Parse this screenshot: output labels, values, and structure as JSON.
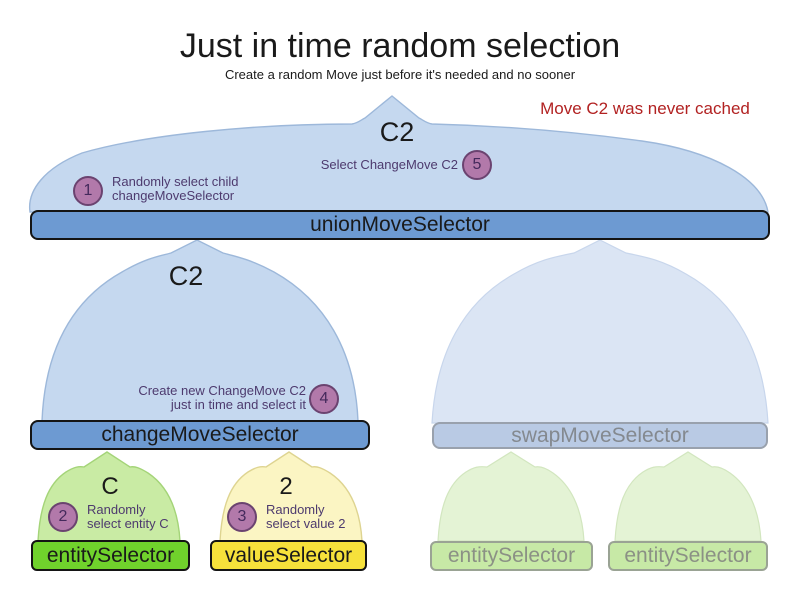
{
  "title": "Just in time random selection",
  "subtitle": "Create a random Move just before it's needed and no sooner",
  "note": {
    "text": "Move C2 was never cached"
  },
  "domes": {
    "union_cache": {
      "move": "C2"
    },
    "change_cache": {
      "move": "C2"
    },
    "entity_cache": {
      "value": "C"
    },
    "value_cache": {
      "value": "2"
    }
  },
  "selectors": {
    "union": {
      "label": "unionMoveSelector"
    },
    "change": {
      "label": "changeMoveSelector"
    },
    "swap": {
      "label": "swapMoveSelector"
    },
    "entity": {
      "label": "entitySelector"
    },
    "value": {
      "label": "valueSelector"
    },
    "entity_faded_left": {
      "label": "entitySelector"
    },
    "entity_faded_right": {
      "label": "entitySelector"
    }
  },
  "steps": [
    {
      "n": "1",
      "text": "Randomly select child\nchangeMoveSelector"
    },
    {
      "n": "2",
      "text": "Randomly\nselect entity C"
    },
    {
      "n": "3",
      "text": "Randomly\nselect value 2"
    },
    {
      "n": "4",
      "text": "Create new ChangeMove C2\njust in time and select it"
    },
    {
      "n": "5",
      "text": "Select ChangeMove C2"
    }
  ],
  "colors": {
    "bg": "#ffffff",
    "text_dark": "#1a1a1a",
    "note_red": "#b22222",
    "dome_blue": "#c5d8ef",
    "dome_blue_stroke": "#9db8da",
    "dome_blue_faded": "#dbe5f4",
    "dome_blue_faded_stroke": "#c8d6ec",
    "bar_blue": "#6d9ad2",
    "bar_border_dark": "#141414",
    "bar_swap_fill": "#b9cae4",
    "bar_swap_border": "#99a1ad",
    "faded_text": "#84898f",
    "dome_green": "#c9eba4",
    "dome_green_stroke": "#a4d478",
    "bar_green": "#70d22c",
    "dome_yellow": "#fbf5c3",
    "dome_yellow_stroke": "#ded491",
    "bar_yellow": "#f6e13b",
    "dome_green_faded": "#e4f3d5",
    "dome_green_faded_stroke": "#d2e6bf",
    "bar_green_faded": "#c7e9a6",
    "bar_green_faded_border": "#9aa394",
    "faded_green_text": "#8b9185",
    "circle_fill": "#b279aa",
    "circle_border": "#6b4370",
    "circle_text": "#44295c",
    "annotation_text": "#4d3a6e"
  }
}
